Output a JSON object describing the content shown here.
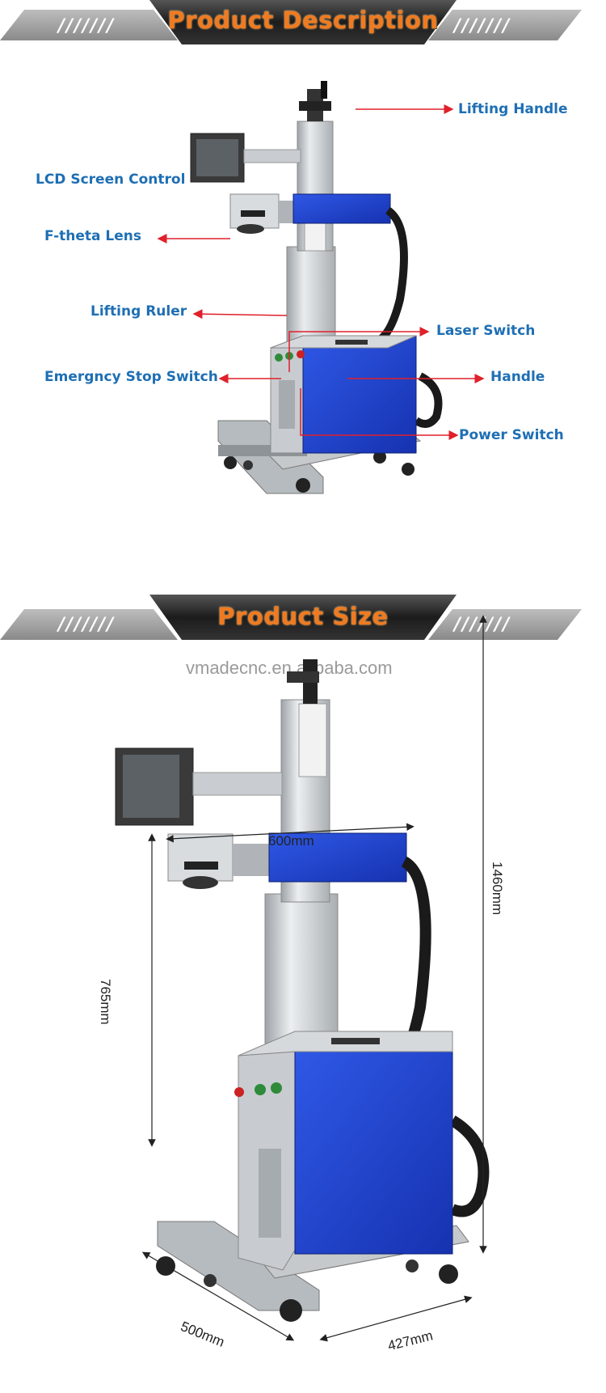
{
  "sections": {
    "description": {
      "title": "Product Description",
      "slashes_left": "///////",
      "slashes_right": "///////",
      "labels": {
        "lifting_handle": "Lifting Handle",
        "lcd_screen_control": "LCD Screen Control",
        "f_theta_lens": "F-theta Lens",
        "lifting_ruler": "Lifting Ruler",
        "laser_switch": "Laser Switch",
        "emergency_stop_switch": "Emergncy Stop Switch",
        "handle": "Handle",
        "power_switch": "Power Switch"
      }
    },
    "size": {
      "title": "Product Size",
      "slashes_left": "///////",
      "slashes_right": "///////",
      "watermark": "vmadecnc.en.alibaba.com",
      "dimensions": {
        "width": "600mm",
        "height_column": "765mm",
        "height_total": "1460mm",
        "base_depth": "500mm",
        "base_width": "427mm"
      }
    }
  },
  "colors": {
    "banner_dark": "#2a2a2a",
    "banner_grey": "#9a9a9a",
    "title_orange": "#f07a20",
    "label_blue": "#1e6fb4",
    "arrow_red": "#e0202a",
    "panel_blue": "#1d3fd1"
  }
}
